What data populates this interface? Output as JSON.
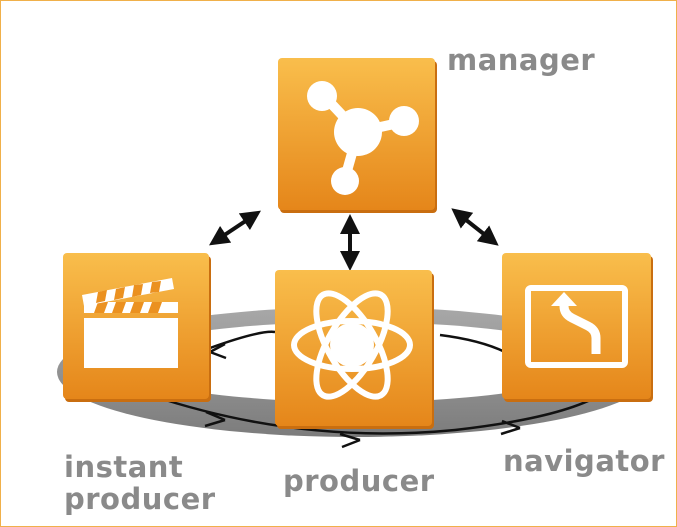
{
  "nodes": {
    "manager": {
      "label": "manager",
      "icon": "network-nodes-icon"
    },
    "instant_producer": {
      "label_line1": "instant",
      "label_line2": "producer",
      "icon": "clapperboard-icon"
    },
    "producer": {
      "label": "producer",
      "icon": "atom-icon"
    },
    "navigator": {
      "label": "navigator",
      "icon": "route-display-icon"
    }
  },
  "colors": {
    "tile_light": "#f8b944",
    "tile_dark": "#e88a17",
    "label_gray": "#8a8a8a",
    "ring_gray": "#8d8d8d",
    "frame_border": "#f0b04a"
  }
}
